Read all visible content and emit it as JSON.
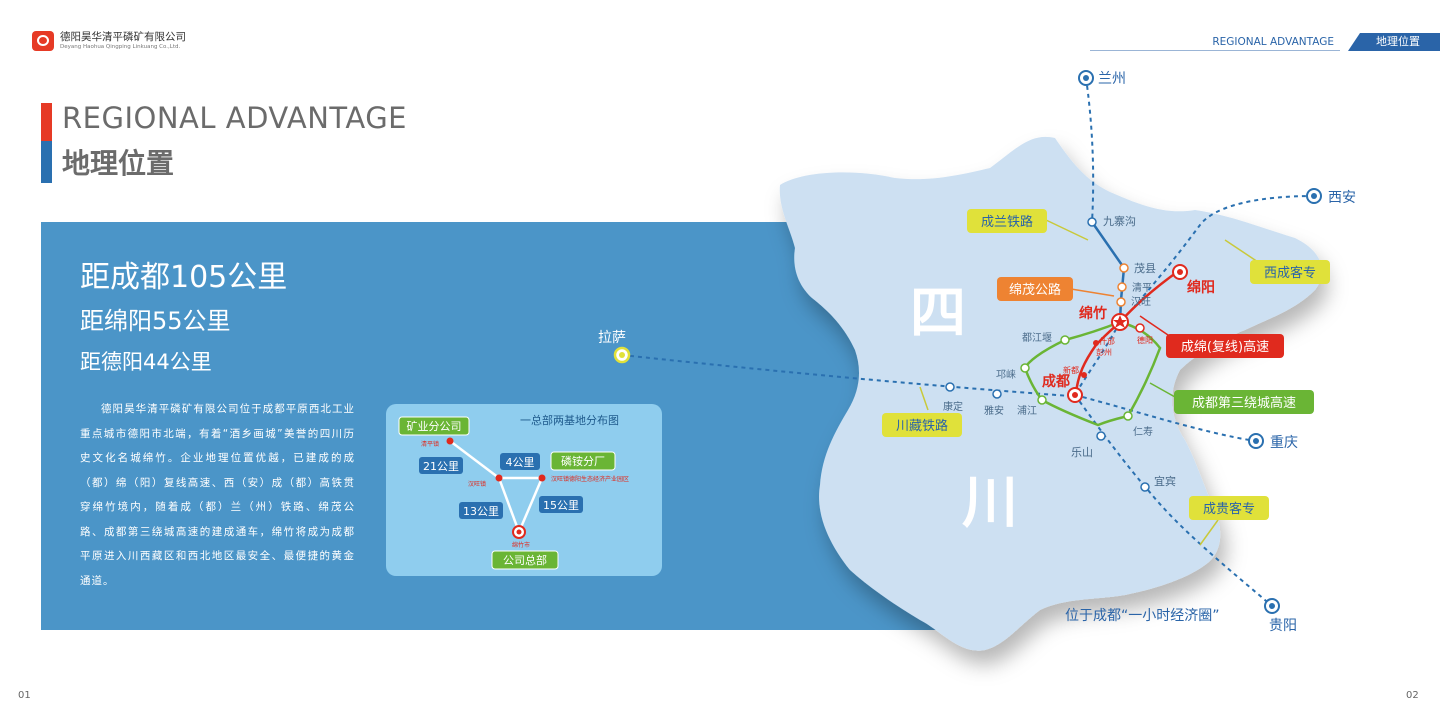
{
  "company": {
    "name_cn": "德阳昊华清平磷矿有限公司",
    "name_en": "Deyang Haohua Qingping Linkuang Co.,Ltd."
  },
  "header": {
    "section_en": "REGIONAL ADVANTAGE",
    "section_cn": "地理位置"
  },
  "title": {
    "en": "REGIONAL ADVANTAGE",
    "cn": "地理位置"
  },
  "distances": {
    "chengdu": "距成都105公里",
    "mianyang": "距绵阳55公里",
    "deyang": "距德阳44公里"
  },
  "description": "德阳昊华清平磷矿有限公司位于成都平原西北工业重点城市德阳市北端，有着“酒乡画城”美誉的四川历史文化名城绵竹。企业地理位置优越，已建成的成（都）绵（阳）复线高速、西（安）成（都）高铁贯穿绵竹境内，随着成（都）兰（州）铁路、绵茂公路、成都第三绕城高速的建成通车，绵竹将成为成都平原进入川西藏区和西北地区最安全、最便捷的黄金通道。",
  "inset_map": {
    "title": "一总部两基地分布图",
    "labels": {
      "mining_branch": "矿业分公司",
      "ammonium_plant": "磷铵分厂",
      "headquarters": "公司总部"
    },
    "places": {
      "qingping": "清平镇",
      "hanwang": "汉旺镇",
      "hanwang_park": "汉旺镇德阳生态经济产业园区",
      "mianzhu": "绵竹市"
    },
    "distances": {
      "d21": "21公里",
      "d4": "4公里",
      "d13": "13公里",
      "d15": "15公里"
    }
  },
  "region_map": {
    "province_chars": [
      "四",
      "川"
    ],
    "cities": {
      "lanzhou": "兰州",
      "xian": "西安",
      "lasa": "拉萨",
      "chongqing": "重庆",
      "guiyang": "贵阳",
      "mianyang": "绵阳",
      "mianzhu": "绵竹",
      "chengdu": "成都",
      "jiuzhaigou": "九寨沟",
      "maoxian": "茂县",
      "qingping": "清平",
      "hanwang": "汉旺",
      "dujiangyan": "都江堰",
      "shifang": "什邡",
      "pengzhou": "彭州",
      "deyang": "德阳",
      "xindu": "新都",
      "qionglai": "邛崃",
      "kangding": "康定",
      "yaan": "雅安",
      "pujiang": "浦江",
      "renshou": "仁寿",
      "leshan": "乐山",
      "yibin": "宜宾"
    },
    "routes": {
      "chenglan_railway": "成兰铁路",
      "mianmao_highway": "绵茂公路",
      "xicheng_hsr": "西成客专",
      "chengmian_expressway": "成绵(复线)高速",
      "third_ring_expressway": "成都第三绕城高速",
      "chuanzang_railway": "川藏铁路",
      "chenggui_hsr": "成贵客专"
    },
    "caption": "位于成都“一小时经济圈”",
    "colors": {
      "map_fill": "#cde0f2",
      "route_dashed": "#2a70b0",
      "route_red": "#e02a1e",
      "route_green": "#6ab535",
      "label_yellow": "#e0e13a",
      "label_orange": "#ee8332"
    }
  },
  "pages": {
    "left": "01",
    "right": "02"
  }
}
